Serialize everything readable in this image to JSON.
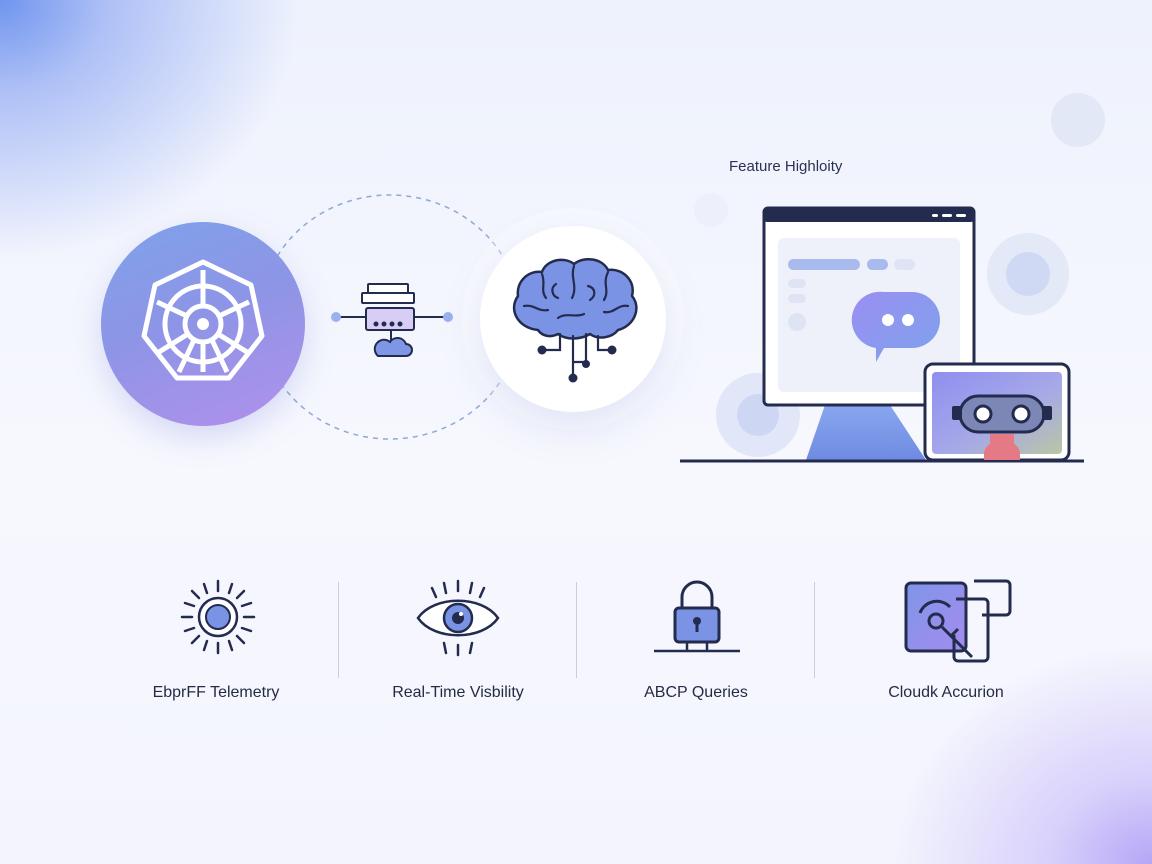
{
  "header": {
    "title": "Feature Highloity"
  },
  "features": [
    {
      "label": "EbprFF Telemetry",
      "icon": "sun-icon"
    },
    {
      "label": "Real-Time Visbility",
      "icon": "eye-icon"
    },
    {
      "label": "ABCP Queries",
      "icon": "padlock-icon"
    },
    {
      "label": "Cloudk Accurion",
      "icon": "linked-squares-icon"
    }
  ],
  "colors": {
    "navy": "#232b4f",
    "accent_blue": "#6f8fe4",
    "accent_purple": "#9f84e8",
    "robot_pink": "#e57a86",
    "background": "#f4f6fd"
  }
}
